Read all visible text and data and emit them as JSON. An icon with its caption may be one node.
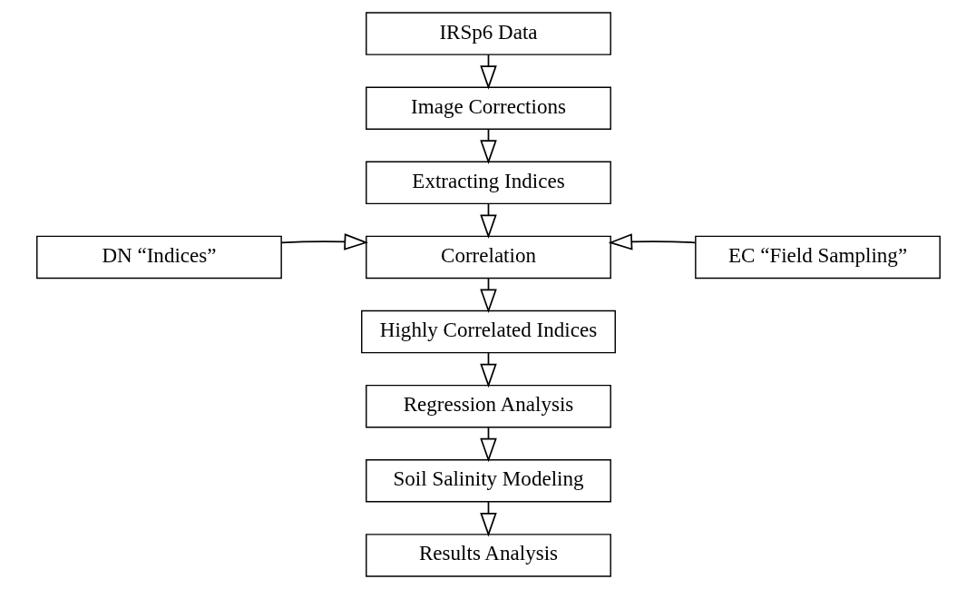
{
  "diagram": {
    "nodes": [
      {
        "text": [
          "IRSp6 Data"
        ]
      },
      {
        "text": [
          "Image Corrections"
        ]
      },
      {
        "text": [
          "Extracting Indices"
        ]
      },
      {
        "text": [
          "DN “Indices”"
        ]
      },
      {
        "text": [
          "Correlation"
        ]
      },
      {
        "text": [
          "EC “Field Sampling”"
        ]
      },
      {
        "text": [
          "Highly Correlated Indices"
        ]
      },
      {
        "text": [
          "Regression Analysis"
        ]
      },
      {
        "text": [
          "Soil Salinity Modeling"
        ]
      },
      {
        "text": [
          "Results Analysis"
        ]
      }
    ],
    "edges": [
      {
        "from": 0,
        "to": 1,
        "arrow": "to"
      },
      {
        "from": 1,
        "to": 2,
        "arrow": "to"
      },
      {
        "from": 2,
        "to": 4,
        "arrow": "to"
      },
      {
        "from": 3,
        "to": 4,
        "arrow": "to"
      },
      {
        "from": 5,
        "to": 4,
        "arrow": "to"
      },
      {
        "from": 4,
        "to": 6,
        "arrow": "to"
      },
      {
        "from": 6,
        "to": 7,
        "arrow": "to"
      },
      {
        "from": 7,
        "to": 8,
        "arrow": "to"
      },
      {
        "from": 8,
        "to": 9,
        "arrow": "to"
      }
    ]
  }
}
